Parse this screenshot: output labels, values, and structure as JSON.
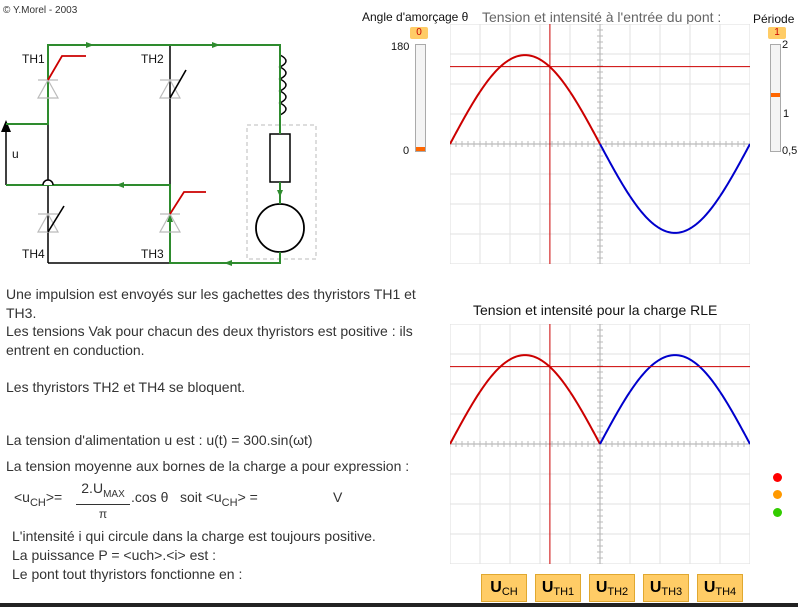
{
  "copyright": "© Y.Morel - 2003",
  "circuit": {
    "th1": "TH1",
    "th2": "TH2",
    "th3": "TH3",
    "th4": "TH4",
    "u": "u"
  },
  "text": {
    "p1": "Une impulsion est envoyés sur les gachettes des thyristors TH1 et TH3.",
    "p2": "Les tensions Vak pour chacun des deux thyristors est positive : ils entrent en conduction.",
    "p3": "Les thyristors TH2 et TH4 se bloquent.",
    "p4": "La tension d'alimentation u est : u(t) = 300.sin(ωt)",
    "p5": "La tension moyenne aux bornes de la charge a pour expression :",
    "f_lhs": "<u",
    "f_lhs_sub": "CH",
    "f_lhs_end": ">=",
    "f_num": "2.U",
    "f_num_sub": "MAX",
    "f_den": "π",
    "f_cos": ".cos θ   soit <u",
    "f_cos_sub": "CH",
    "f_end": "> =",
    "f_unit": "V",
    "p6": "L'intensité i qui circule dans la charge est toujours positive.",
    "p7": "La puissance P = <uch>.<i> est  :",
    "p8": "Le pont tout thyristors fonctionne en :"
  },
  "angle": {
    "label": "Angle d'amorçage θ",
    "value": "0",
    "max": "180",
    "min": "0",
    "level": 0
  },
  "periode": {
    "label": "Période",
    "value": "1",
    "max": "2",
    "mid": "1",
    "min": "0,5",
    "level": 1
  },
  "chart_top_title": "Tension et intensité à l'entrée du pont :",
  "chart_bottom_title": "Tension et intensité pour la charge RLE",
  "buttons": [
    {
      "main": "U",
      "sub": "CH"
    },
    {
      "main": "U",
      "sub": "TH1"
    },
    {
      "main": "U",
      "sub": "TH2"
    },
    {
      "main": "U",
      "sub": "TH3"
    },
    {
      "main": "U",
      "sub": "TH4"
    }
  ],
  "status_colors": {
    "red": "#ff0000",
    "orange": "#ff9900",
    "green": "#33cc00"
  },
  "chart_data": [
    {
      "type": "line",
      "title": "Tension et intensité à l'entrée du pont :",
      "xlim": [
        0,
        1
      ],
      "ylim": [
        -1.35,
        1.35
      ],
      "series": [
        {
          "function": "sin(2πx)",
          "x_range": [
            0,
            0.5
          ],
          "color": "#cc0000"
        },
        {
          "function": "sin(2πx)",
          "x_range": [
            0.5,
            1
          ],
          "color": "#0000cc"
        }
      ],
      "grid": true
    },
    {
      "type": "line",
      "title": "Tension et intensité pour la charge RLE",
      "xlim": [
        0,
        1
      ],
      "ylim": [
        -1.35,
        1.35
      ],
      "series": [
        {
          "function": "|sin(2πx)|",
          "x_range": [
            0,
            0.5
          ],
          "color": "#cc0000"
        },
        {
          "function": "|sin(2πx)|",
          "x_range": [
            0.5,
            1
          ],
          "color": "#0000cc"
        }
      ],
      "grid": true
    }
  ]
}
